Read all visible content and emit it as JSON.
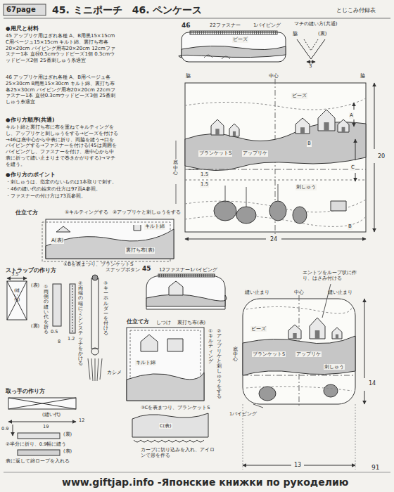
{
  "diagram": {
    "title": "45. ミニポーチ　46. ペンケース",
    "labels": [
      "67page",
      "とじこみ付録表",
      "●用尺と材料",
      "45 アップリケ用はぎれ各種 A、B用黒15×15cm C用ベージュ15×15cm キルト綿、裏打ち布各20×20cm パイピング用布20×20cm 12cmファスナー1本 直径0.5cmウッドビーズ1個 0.3cmウッドビーズ2個 25番刺しゅう糸適宜",
      "46 アップリケ用はぎれ各種 A、B用ベージュ各25×30cm B用黒15×30cm キルト綿、裏打ち布各25×30cm パイピング用布20×20cm 22cmファスナー1本 直径0.3cmウッドビーズ3個 25番刺しゅう糸適宜",
      "●作り方順序(共通)",
      "キルト綿と裏打ち布に布を重ねてキルティングをし、アップリケと刺しゅうをする→ビーズを付ける→46は底中心から中表に折り、両脇を縫う→口をパイピングする→ファスナーを付ける(45は周囲をパイピングし、ファスナーを付け、底中心から中表に折って縫い止まりまで巻きかがりする)→マチを縫う。",
      "●作り方のポイント",
      "・刺しゅうは、指定のないものは1本取りで刺す。",
      "・46の縫い代の始末の仕方は97頁A参照。",
      "・ファスナーの付け方は73頁参照。",
      "46",
      "22ファスナー",
      "1パイピング",
      "ビーズ",
      "マチの縫い方(共通)",
      "脇",
      "(裏)",
      "3",
      "脇",
      "中心",
      "脇",
      "A",
      "ビーズ",
      "B",
      "ブランケットS",
      "アップリケ",
      "底中心",
      "1.5",
      "1.5",
      "C",
      "刺しゅう",
      "20",
      "B",
      "24",
      "仕立て方",
      "①キルティングする",
      "②アップリケと刺しゅうをする",
      "キルト綿",
      "A(表)",
      "裏打ち布(表)",
      "①Bを表まつり、ブランケットS",
      "ストラップの作り方",
      "3.5",
      "(表)",
      "(縫い代)",
      "(裏)",
      "①両側の縫い代を折る",
      "0.5",
      "1.2",
      "8",
      "②両端の端にミシンステッチをかける",
      "③キーホルダーを付ける",
      "スナップボタン",
      "カシメ",
      "取っ手の作り方",
      "(縫い代)",
      "19",
      "0.9",
      "12",
      "(裏)",
      "②半分に折り、0.9幅に縫う",
      "(表)",
      "表に返して綿ロープを入れる",
      "45",
      "12ファスナー",
      "1パイピング",
      "仕立て方",
      "しつけ",
      "裏打ち布(表)",
      "①キルティング",
      "②アップリケと刺しゅうをする",
      "キルト綿",
      "③Cを表まつり、ブランケットS",
      "C(表)",
      "カーブに切り込みを入れ、アイロンで形を作る",
      "エントツをループ状に作り、はさみ付ける",
      "縫い止まり",
      "中心",
      "縫い止まり",
      "ビーズ",
      "ブランケットS",
      "アップリケ",
      "刺しゅう",
      "底中心",
      "14",
      "1パイピング",
      "13",
      "91",
      "www.giftjap.info -Японские книжки по рукоделию"
    ]
  }
}
